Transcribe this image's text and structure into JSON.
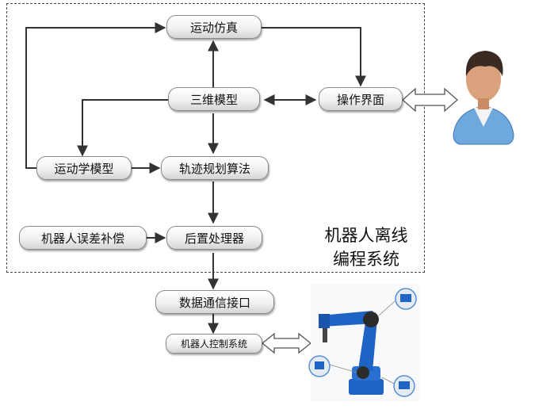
{
  "nodes": {
    "motion_sim": "运动仿真",
    "model_3d": "三维模型",
    "ui": "操作界面",
    "kinematics": "运动学模型",
    "trajectory": "轨迹规划算法",
    "error_comp": "机器人误差补偿",
    "post_proc": "后置处理器",
    "comm": "数据通信接口",
    "controller": "机器人控制系统"
  },
  "system_label": {
    "line1": "机器人离线",
    "line2": "编程系统"
  },
  "icons": {
    "user": "user-avatar-icon",
    "robot": "industrial-robot-arm-image"
  },
  "colors": {
    "robot_body": "#1f63c4",
    "user_shirt": "#6fa8dc",
    "node_border": "#8a8a8a"
  }
}
